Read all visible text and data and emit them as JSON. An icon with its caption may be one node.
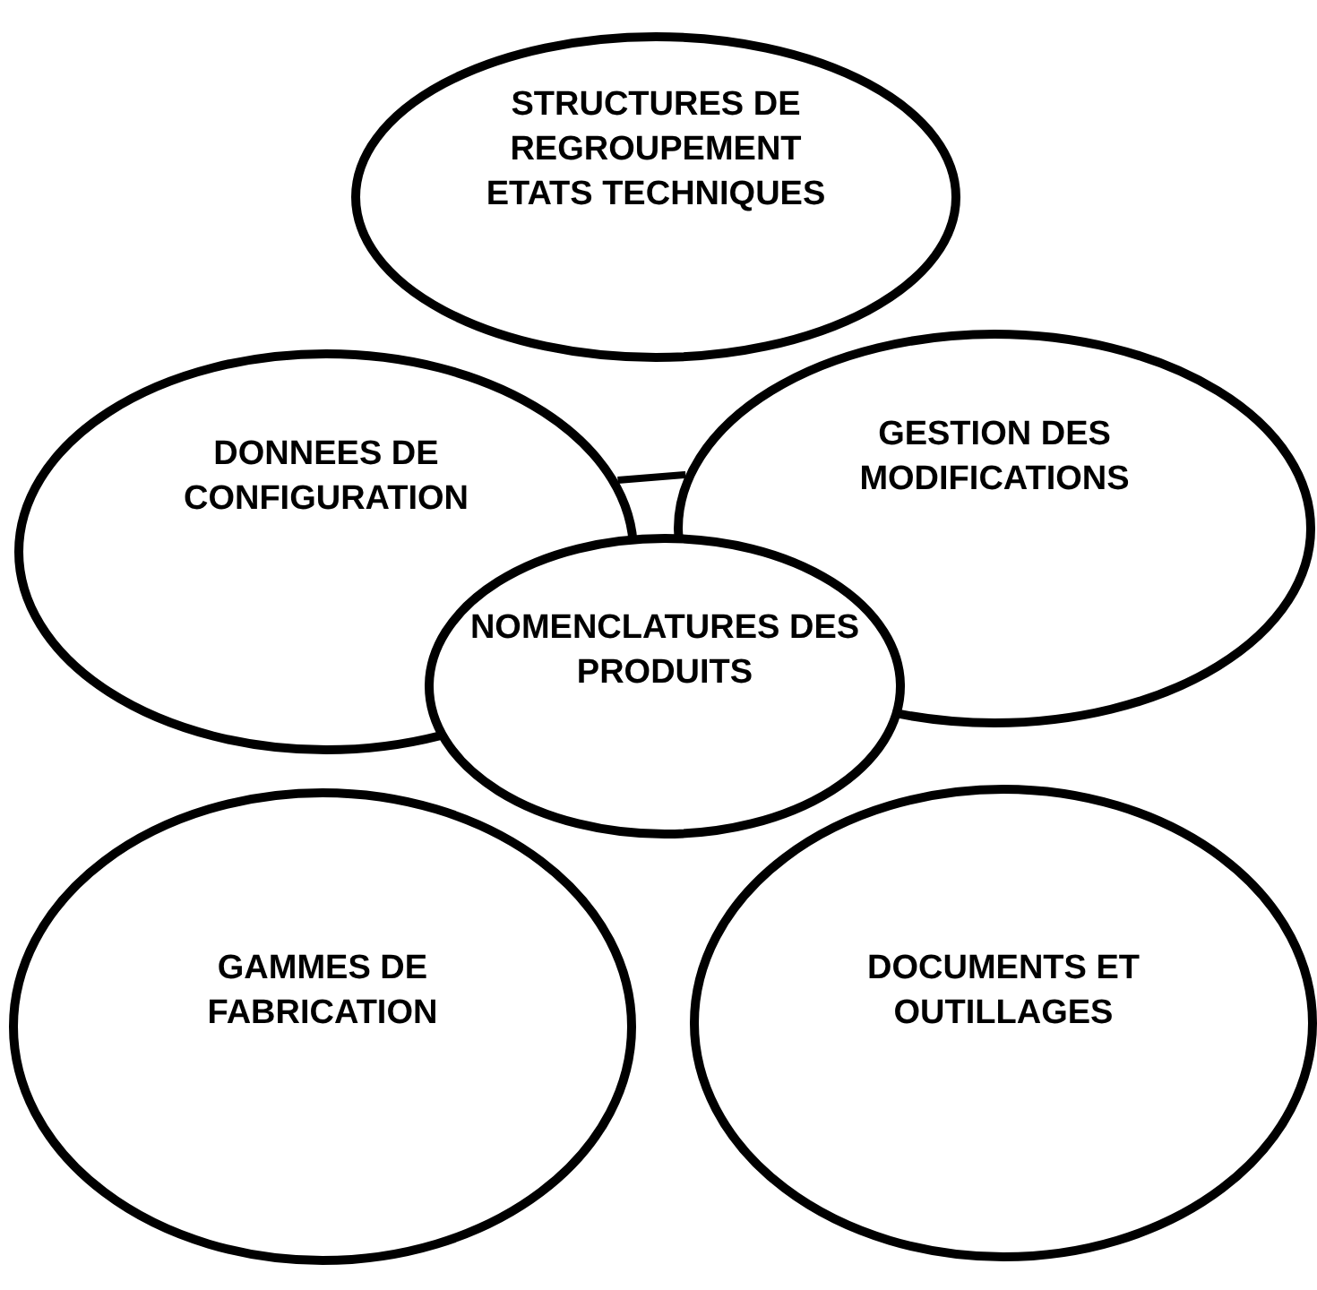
{
  "diagram": {
    "nodes": [
      {
        "text": [
          "STRUCTURES DE REGROUPEMENT ETATS TECHNIQUES"
        ]
      },
      {
        "text": [
          "DONNEES DE CONFIGURATION"
        ]
      },
      {
        "text": [
          "GESTION DES MODIFICATIONS"
        ]
      },
      {
        "text": [
          "NOMENCLATURES DES PRODUITS"
        ]
      },
      {
        "text": [
          "GAMMES DE FABRICATION"
        ]
      },
      {
        "text": [
          "DOCUMENTS ET OUTILLAGES"
        ]
      }
    ],
    "edges": [
      {
        "from": 1,
        "to": 2,
        "arrow": "none"
      }
    ]
  }
}
